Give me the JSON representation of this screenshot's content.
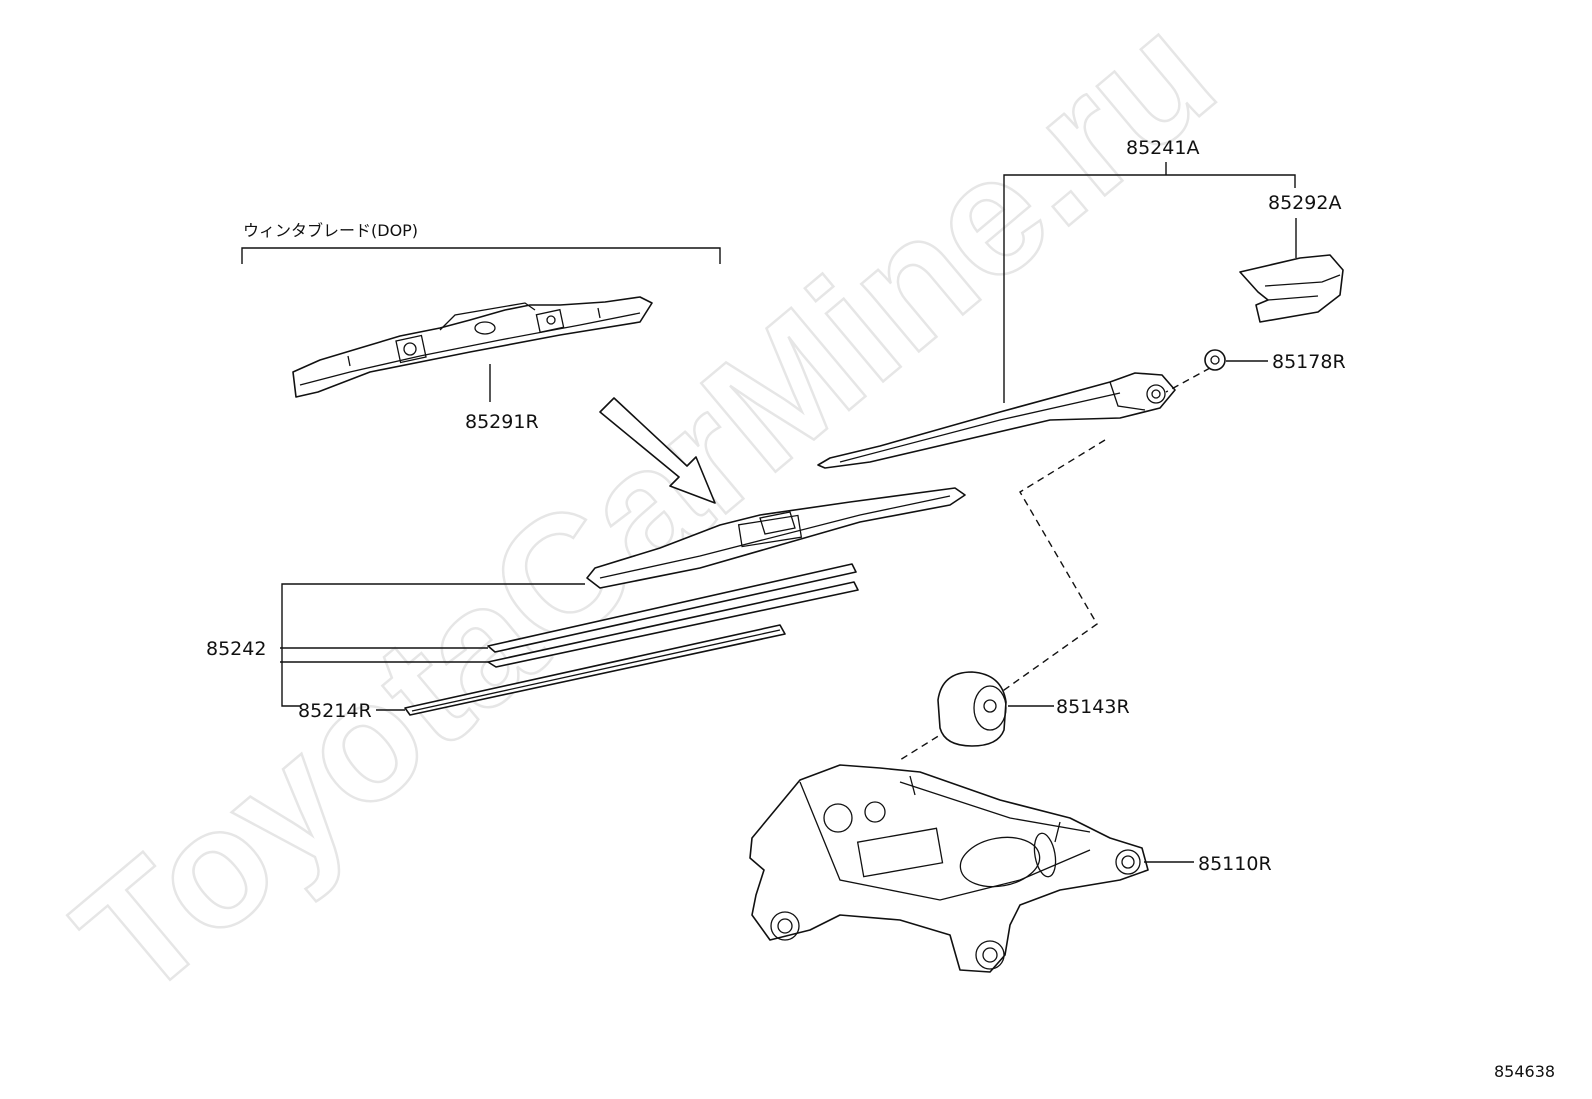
{
  "watermark": "ToyotaCarMine.ru",
  "diagram_code": "854638",
  "group_labels": {
    "winter_blade": "ウィンタブレード(DOP)",
    "arm_assembly": "85241A",
    "blade_assembly": "85242"
  },
  "parts": [
    {
      "id": "winter-blade",
      "code": "85291R",
      "icon": "winter-wiper-blade-icon"
    },
    {
      "id": "arm-cover",
      "code": "85292A",
      "icon": "wiper-arm-cover-icon"
    },
    {
      "id": "arm-nut",
      "code": "85178R",
      "icon": "nut-icon"
    },
    {
      "id": "blade-rubber",
      "code": "85214R",
      "icon": "wiper-rubber-icon"
    },
    {
      "id": "pivot-cap",
      "code": "85143R",
      "icon": "pivot-cap-icon"
    },
    {
      "id": "wiper-motor",
      "code": "85110R",
      "icon": "wiper-motor-icon"
    }
  ]
}
